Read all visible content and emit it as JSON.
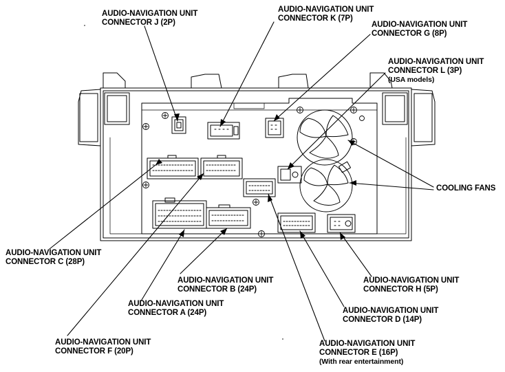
{
  "labels": {
    "j": {
      "line1": "AUDIO-NAVIGATION UNIT",
      "line2": "CONNECTOR J (2P)"
    },
    "k": {
      "line1": "AUDIO-NAVIGATION UNIT",
      "line2": "CONNECTOR K (7P)"
    },
    "g": {
      "line1": "AUDIO-NAVIGATION UNIT",
      "line2": "CONNECTOR G (8P)"
    },
    "l": {
      "line1": "AUDIO-NAVIGATION UNIT",
      "line2": "CONNECTOR L (3P)",
      "line3": "(USA models)"
    },
    "fans": {
      "line1": "COOLING FANS"
    },
    "c": {
      "line1": "AUDIO-NAVIGATION UNIT",
      "line2": "CONNECTOR C (28P)"
    },
    "b": {
      "line1": "AUDIO-NAVIGATION UNIT",
      "line2": "CONNECTOR B (24P)"
    },
    "a": {
      "line1": "AUDIO-NAVIGATION UNIT",
      "line2": "CONNECTOR A (24P)"
    },
    "h": {
      "line1": "AUDIO-NAVIGATION UNIT",
      "line2": "CONNECTOR H (5P)"
    },
    "d": {
      "line1": "AUDIO-NAVIGATION UNIT",
      "line2": "CONNECTOR D (14P)"
    },
    "f": {
      "line1": "AUDIO-NAVIGATION UNIT",
      "line2": "CONNECTOR F (20P)"
    },
    "e": {
      "line1": "AUDIO-NAVIGATION UNIT",
      "line2": "CONNECTOR E (16P)",
      "line3": "(With rear entertainment)"
    }
  },
  "colors": {
    "line": "#000000",
    "background": "#ffffff"
  }
}
